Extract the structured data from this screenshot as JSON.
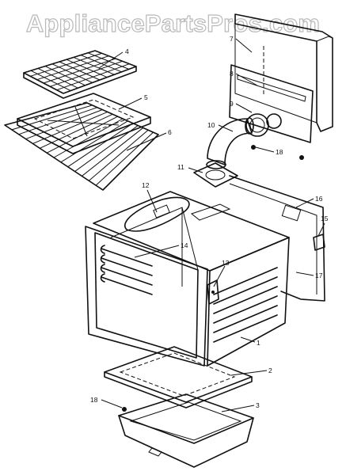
{
  "watermark": "AppliancePartsPros.com",
  "callouts": [
    {
      "id": "c1",
      "text": "1"
    },
    {
      "id": "c2",
      "text": "2"
    },
    {
      "id": "c3",
      "text": "3"
    },
    {
      "id": "c4",
      "text": "4"
    },
    {
      "id": "c5",
      "text": "5"
    },
    {
      "id": "c6",
      "text": "6"
    },
    {
      "id": "c7",
      "text": "7"
    },
    {
      "id": "c8",
      "text": "8"
    },
    {
      "id": "c9",
      "text": "9"
    },
    {
      "id": "c10",
      "text": "10"
    },
    {
      "id": "c11",
      "text": "11"
    },
    {
      "id": "c12",
      "text": "12"
    },
    {
      "id": "c13",
      "text": "13"
    },
    {
      "id": "c14",
      "text": "14"
    },
    {
      "id": "c15",
      "text": "15"
    },
    {
      "id": "c16",
      "text": "16"
    },
    {
      "id": "c17",
      "text": "17"
    },
    {
      "id": "c18a",
      "text": "18"
    },
    {
      "id": "c18b",
      "text": "18"
    }
  ]
}
